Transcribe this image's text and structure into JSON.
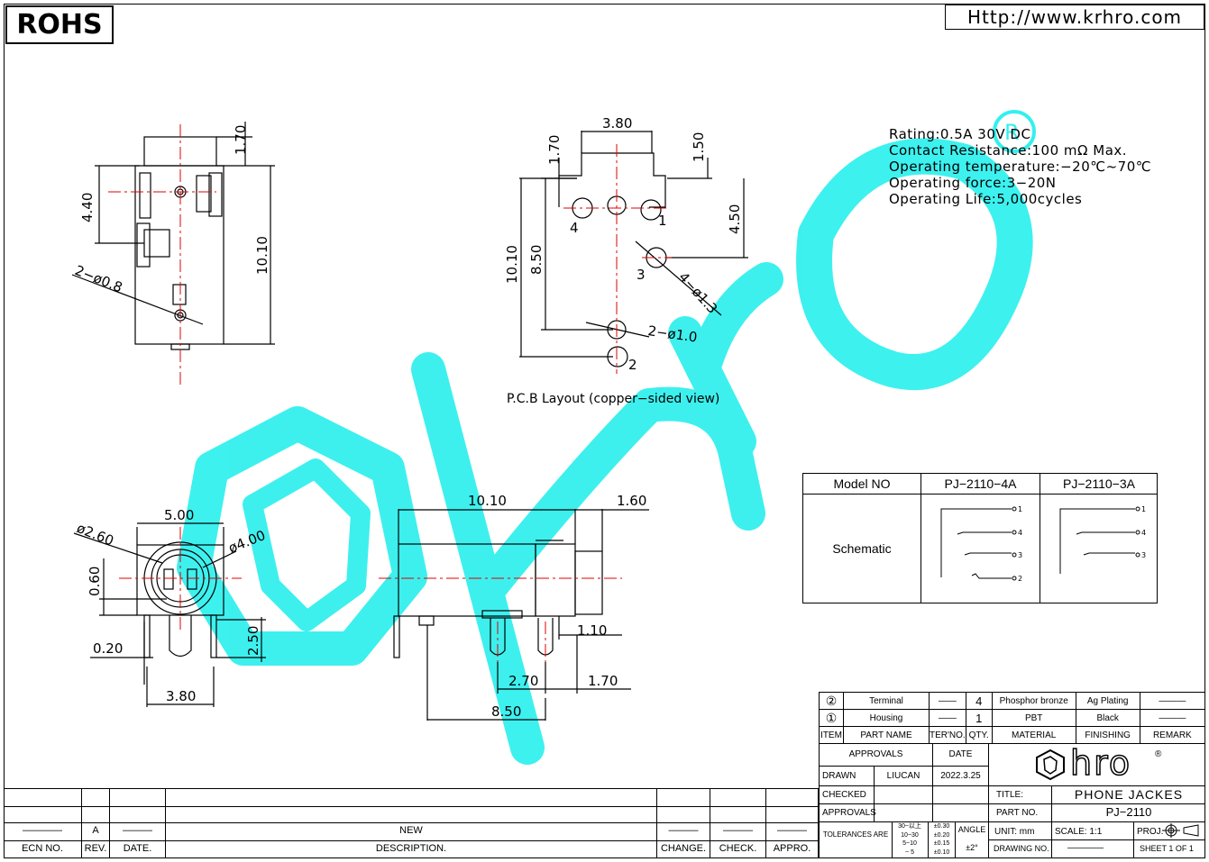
{
  "header": {
    "rohs": "ROHS",
    "url": "Http://www.krhro.com"
  },
  "specs": [
    "Rating:0.5A  30V  DC",
    "Contact  Resistance:100  mΩ  Max.",
    "Operating  temperature:−20℃~70℃",
    "Operating  force:3−20N",
    "Operating  Life:5,000cycles"
  ],
  "pcb_caption": "P.C.B  Layout  (copper−sided  view)",
  "dims": {
    "side_170": "1.70",
    "side_440": "4.40",
    "side_1010": "10.10",
    "side_hole": "2−ø0.8",
    "pcb_380": "3.80",
    "pcb_170": "1.70",
    "pcb_150": "1.50",
    "pcb_1010": "10.10",
    "pcb_850": "8.50",
    "pcb_450": "4.50",
    "pcb_13": "4−ø1.3",
    "pcb_10": "2−ø1.0",
    "pin1": "1",
    "pin2": "2",
    "pin3": "3",
    "pin4": "4",
    "front_500": "5.00",
    "front_260": "ø2.60",
    "front_400": "ø4.00",
    "front_060": "0.60",
    "front_020": "0.20",
    "front_250": "2.50",
    "front_380": "3.80",
    "long_1010": "10.10",
    "long_160": "1.60",
    "long_110": "1.10",
    "long_270": "2.70",
    "long_170": "1.70",
    "long_850": "8.50"
  },
  "model_table": {
    "header_label": "Model  NO",
    "models": [
      "PJ−2110−4A",
      "PJ−2110−3A"
    ],
    "row_label": "Schematic",
    "pins_4a": [
      "1",
      "4",
      "3",
      "2"
    ],
    "pins_3a": [
      "1",
      "4",
      "3"
    ]
  },
  "bom": {
    "rows": [
      {
        "item": "②",
        "name": "Terminal",
        "no": "——",
        "qty": "4",
        "material": "Phosphor bronze",
        "finishing": "Ag Plating",
        "remark": "———"
      },
      {
        "item": "①",
        "name": "Housing",
        "no": "——",
        "qty": "1",
        "material": "PBT",
        "finishing": "Black",
        "remark": "———"
      }
    ],
    "headers": {
      "item": "ITEM",
      "name": "PART NAME",
      "no": "TER'NO.",
      "qty": "QTY.",
      "material": "MATERIAL",
      "finishing": "FINISHING",
      "remark": "REMARK"
    }
  },
  "title_block": {
    "approvals": "APPROVALS",
    "date": "DATE",
    "drawn": "DRAWN",
    "drawn_by": "LIUCAN",
    "drawn_date": "2022.3.25",
    "checked": "CHECKED",
    "approvals2": "APPROVALS",
    "title_label": "TITLE:",
    "title": "PHONE  JACKES",
    "part_label": "PART NO.",
    "part": "PJ−2110",
    "tolerances": "TOLERANCES  ARE",
    "tol_ranges": [
      "30~以上",
      "10~30",
      "5~10",
      "~ 5"
    ],
    "tol_values": [
      "±0.30",
      "±0.20",
      "±0.15",
      "±0.10"
    ],
    "angle_label": "ANGLE",
    "angle": "±2°",
    "unit": "UNIT:  mm",
    "scale": "SCALE:   1:1",
    "proj": "PROJ.",
    "drawing_no": "DRAWING NO.",
    "drawing_no_val": "————",
    "sheet": "SHEET    1  OF  1",
    "logo": "hro",
    "logo_mark": "®"
  },
  "revision": {
    "values": {
      "ecn": "————",
      "rev": "A",
      "date": "———",
      "desc": "NEW",
      "change": "———",
      "check": "———",
      "appro": "———"
    },
    "headers": {
      "ecn": "ECN  NO.",
      "rev": "REV.",
      "date": "DATE.",
      "desc": "DESCRIPTION.",
      "change": "CHANGE.",
      "check": "CHECK.",
      "appro": "APPRO."
    }
  },
  "colors": {
    "watermark": "#33f0ee",
    "centerline": "#e00000",
    "ink": "#000000"
  }
}
